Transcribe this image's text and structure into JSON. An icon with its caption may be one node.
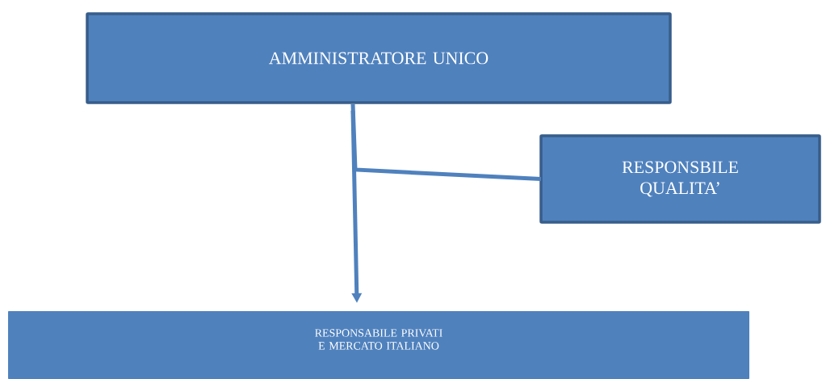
{
  "diagram": {
    "nodes": [
      {
        "text": [
          "AMMINISTRATORE UNICO"
        ]
      },
      {
        "text": [
          "RESPONSBILE QUALITA’"
        ]
      },
      {
        "text": [
          "RESPONSABILE PRIVATI E MERCATO ITALIANO"
        ]
      }
    ],
    "edges": [
      {
        "from": 0,
        "to": 2,
        "arrow": "to"
      },
      {
        "from": 1,
        "to": 0,
        "arrow": "none"
      }
    ]
  }
}
